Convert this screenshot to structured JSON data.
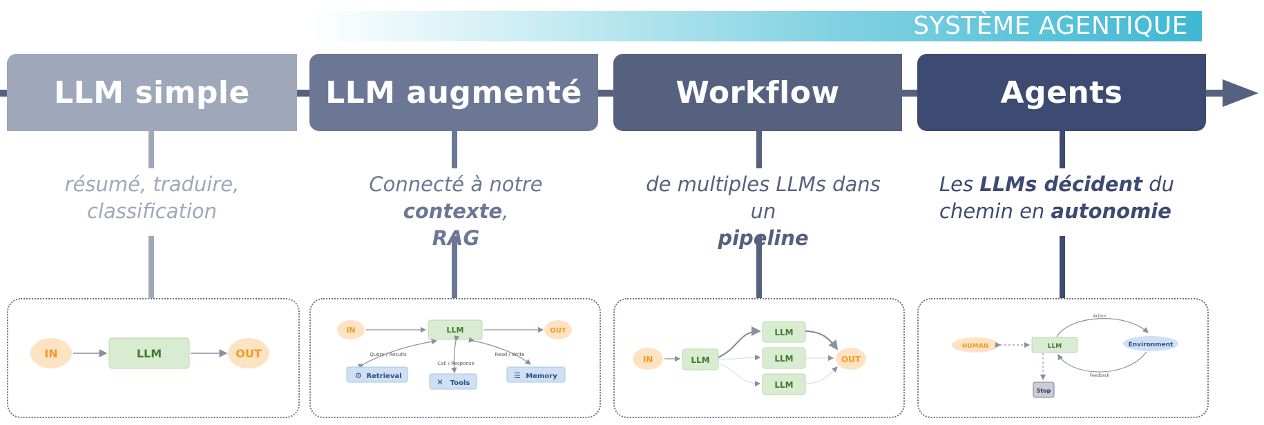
{
  "banner": {
    "label": "SYSTÈME AGENTIQUE"
  },
  "stages": [
    {
      "title": "LLM simple",
      "color": "#9fa7bb"
    },
    {
      "title": "LLM augmenté",
      "color": "#6c7795"
    },
    {
      "title": "Workflow",
      "color": "#56607f"
    },
    {
      "title": "Agents",
      "color": "#3d4a72"
    }
  ],
  "descriptions": {
    "s1": {
      "line1": "résumé, traduire,",
      "line2": "classification",
      "color": "#9fa7bb"
    },
    "s2": {
      "l1a": "Connecté à notre ",
      "l1b": "contexte",
      "l1c": ",",
      "l2": "RAG",
      "color": "#6c7795"
    },
    "s3": {
      "l1": "de multiples LLMs dans un",
      "l2": "pipeline",
      "color": "#56607f"
    },
    "s4": {
      "l1a": "Les ",
      "l1b": "LLMs décident",
      "l1c": " du",
      "l2a": "chemin en ",
      "l2b": "autonomie",
      "color": "#3d4a72"
    }
  },
  "diagram1": {
    "in": "IN",
    "llm": "LLM",
    "out": "OUT"
  },
  "diagram2": {
    "in": "IN",
    "llm": "LLM",
    "out": "OUT",
    "query": "Query / Results",
    "call": "Call / Response",
    "read": "Read / Write",
    "retrieval": "Retrieval",
    "tools": "Tools",
    "memory": "Memory"
  },
  "diagram3": {
    "in": "IN",
    "llm": "LLM",
    "llm_a": "LLM",
    "llm_b": "LLM",
    "llm_c": "LLM",
    "out": "OUT"
  },
  "diagram4": {
    "human": "HUMAN",
    "llm": "LLM",
    "environment": "Environment",
    "action": "Action",
    "feedback": "Feedback",
    "stop": "Stop"
  },
  "colors": {
    "orange_fill": "#fde3c4",
    "orange_text": "#f39a1f",
    "green_fill": "#d9ecd2",
    "green_text": "#3c7a2a",
    "blue_fill": "#cfe0f3",
    "blue_text": "#2c4f86"
  }
}
